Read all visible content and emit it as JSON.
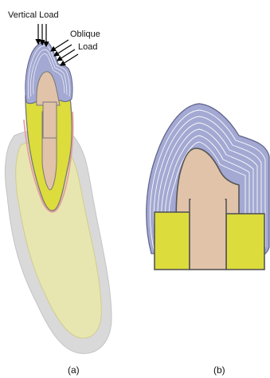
{
  "labels": {
    "vertical_load": "Vertical Load",
    "oblique_line1": "Oblique",
    "oblique_line2": "Load",
    "panel_a": "(a)",
    "panel_b": "(b)"
  },
  "colors": {
    "crown_enamel": "#a3a9d2",
    "enamel_lines": "#ffffff",
    "core": "#e1c3aa",
    "dentin_yellow": "#dcdc3c",
    "root_light": "#e8e6b0",
    "root_mid": "#e9e89a",
    "bone_gray": "#d9d9d9",
    "outline": "#555555",
    "arrow": "#000000",
    "pink_line": "#e4a0a0"
  }
}
